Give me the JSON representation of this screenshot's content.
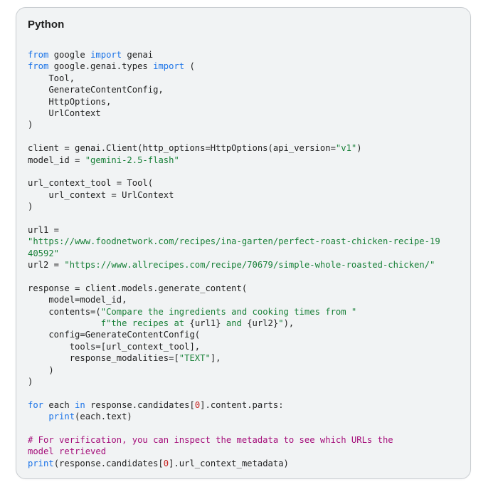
{
  "code_panel": {
    "language_label": "Python",
    "lines": [
      [
        {
          "t": "kw",
          "v": "from"
        },
        {
          "t": "",
          "v": " google "
        },
        {
          "t": "kw",
          "v": "import"
        },
        {
          "t": "",
          "v": " genai"
        }
      ],
      [
        {
          "t": "kw",
          "v": "from"
        },
        {
          "t": "",
          "v": " google.genai.types "
        },
        {
          "t": "kw",
          "v": "import"
        },
        {
          "t": "",
          "v": " ("
        }
      ],
      [
        {
          "t": "",
          "v": "    Tool,"
        }
      ],
      [
        {
          "t": "",
          "v": "    GenerateContentConfig,"
        }
      ],
      [
        {
          "t": "",
          "v": "    HttpOptions,"
        }
      ],
      [
        {
          "t": "",
          "v": "    UrlContext"
        }
      ],
      [
        {
          "t": "",
          "v": ")"
        }
      ],
      [],
      [
        {
          "t": "",
          "v": "client = genai.Client(http_options=HttpOptions(api_version="
        },
        {
          "t": "str",
          "v": "\"v1\""
        },
        {
          "t": "",
          "v": ")"
        }
      ],
      [
        {
          "t": "",
          "v": "model_id = "
        },
        {
          "t": "str",
          "v": "\"gemini-2.5-flash\""
        }
      ],
      [],
      [
        {
          "t": "",
          "v": "url_context_tool = Tool("
        }
      ],
      [
        {
          "t": "",
          "v": "    url_context = UrlContext"
        }
      ],
      [
        {
          "t": "",
          "v": ")"
        }
      ],
      [],
      [
        {
          "t": "",
          "v": "url1 ="
        }
      ],
      [
        {
          "t": "str",
          "v": "\"https://www.foodnetwork.com/recipes/ina-garten/perfect-roast-chicken-recipe-19"
        }
      ],
      [
        {
          "t": "str",
          "v": "40592\""
        }
      ],
      [
        {
          "t": "",
          "v": "url2 = "
        },
        {
          "t": "str",
          "v": "\"https://www.allrecipes.com/recipe/70679/simple-whole-roasted-chicken/\""
        }
      ],
      [],
      [
        {
          "t": "",
          "v": "response = client.models.generate_content("
        }
      ],
      [
        {
          "t": "",
          "v": "    model=model_id,"
        }
      ],
      [
        {
          "t": "",
          "v": "    contents=("
        },
        {
          "t": "str",
          "v": "\"Compare the ingredients and cooking times from \""
        }
      ],
      [
        {
          "t": "",
          "v": "              "
        },
        {
          "t": "str",
          "v": "f\"the recipes at "
        },
        {
          "t": "",
          "v": "{url1}"
        },
        {
          "t": "str",
          "v": " and "
        },
        {
          "t": "",
          "v": "{url2}"
        },
        {
          "t": "str",
          "v": "\""
        },
        {
          "t": "",
          "v": "),"
        }
      ],
      [
        {
          "t": "",
          "v": "    config=GenerateContentConfig("
        }
      ],
      [
        {
          "t": "",
          "v": "        tools=[url_context_tool],"
        }
      ],
      [
        {
          "t": "",
          "v": "        response_modalities=["
        },
        {
          "t": "str",
          "v": "\"TEXT\""
        },
        {
          "t": "",
          "v": "],"
        }
      ],
      [
        {
          "t": "",
          "v": "    )"
        }
      ],
      [
        {
          "t": "",
          "v": ")"
        }
      ],
      [],
      [
        {
          "t": "kw",
          "v": "for"
        },
        {
          "t": "",
          "v": " each "
        },
        {
          "t": "kw",
          "v": "in"
        },
        {
          "t": "",
          "v": " response.candidates["
        },
        {
          "t": "num",
          "v": "0"
        },
        {
          "t": "",
          "v": "].content.parts:"
        }
      ],
      [
        {
          "t": "",
          "v": "    "
        },
        {
          "t": "bi",
          "v": "print"
        },
        {
          "t": "",
          "v": "(each.text)"
        }
      ],
      [],
      [
        {
          "t": "com",
          "v": "# For verification, you can inspect the metadata to see which URLs the"
        }
      ],
      [
        {
          "t": "com",
          "v": "model retrieved"
        }
      ],
      [
        {
          "t": "bi",
          "v": "print"
        },
        {
          "t": "",
          "v": "(response.candidates["
        },
        {
          "t": "num",
          "v": "0"
        },
        {
          "t": "",
          "v": "].url_context_metadata)"
        }
      ]
    ]
  },
  "colors": {
    "keyword": "#1a73e8",
    "string": "#188038",
    "number": "#c5221f",
    "comment": "#a50e7a",
    "text": "#1f1f1f",
    "panel_background": "#f1f3f4"
  }
}
